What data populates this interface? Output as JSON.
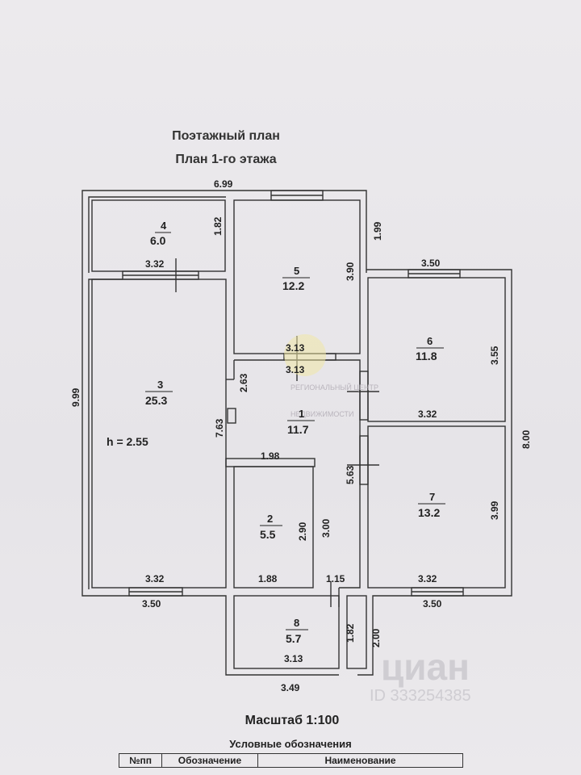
{
  "title_line1": "Поэтажный план",
  "title_line2": "План 1-го этажа",
  "rooms": [
    {
      "num": "4",
      "area": "6.0"
    },
    {
      "num": "5",
      "area": "12.2"
    },
    {
      "num": "6",
      "area": "11.8"
    },
    {
      "num": "3",
      "area": "25.3"
    },
    {
      "num": "1",
      "area": "11.7"
    },
    {
      "num": "7",
      "area": "13.2"
    },
    {
      "num": "2",
      "area": "5.5"
    },
    {
      "num": "8",
      "area": "5.7"
    }
  ],
  "ceiling_height": "h = 2.55",
  "dims": {
    "top": "6.99",
    "r4_h": "1.82",
    "r4_w": "3.32",
    "r5_h": "3.90",
    "r5_r": "1.99",
    "r6_top": "3.50",
    "r6_h": "3.55",
    "r6_bottom": "3.32",
    "right": "8.00",
    "r7_h": "3.99",
    "r7_bottom": "3.32",
    "r7_outer": "3.50",
    "left": "9.99",
    "r3_bottom": "3.32",
    "r3_outer": "3.50",
    "hall_top1": "3.13",
    "hall_top2": "3.13",
    "hall_small": "2.63",
    "hall_left": "7.63",
    "hall_right": "5.63",
    "r2_top": "1.98",
    "r2_h1": "2.90",
    "r2_h2": "3.00",
    "r2_bottom": "1.88",
    "door": "1.15",
    "r8_h": "1.82",
    "r8_h2": "2.00",
    "r8_bottom": "3.13",
    "r8_outer": "3.49"
  },
  "watermark": {
    "center_line1": "РЕГИОНАЛЬНЫЙ ЦЕНТР",
    "center_line2": "НЕДВИЖИМОСТИ",
    "brand": "циан",
    "id": "ID 333254385"
  },
  "scale": "Масштаб 1:100",
  "legend": {
    "title": "Условные обозначения",
    "headers": [
      "№пп",
      "Обозначение",
      "Наименование"
    ]
  }
}
